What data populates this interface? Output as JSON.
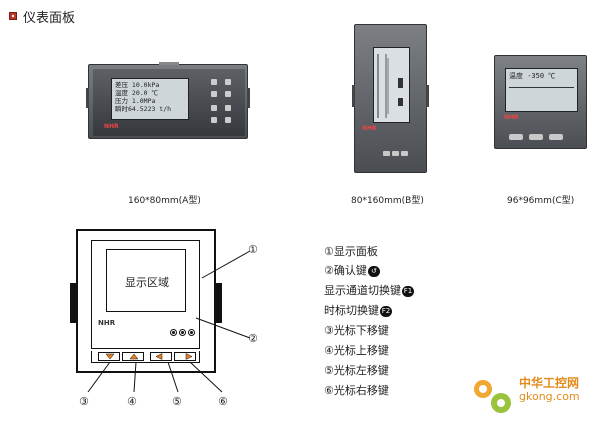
{
  "header": {
    "title": "仪表面板"
  },
  "devices": {
    "a": {
      "caption": "160*80mm(A型)",
      "logo": "NHR",
      "screen_lines": [
        "差压  10.0kPa",
        "温度  20.0 ℃",
        "压力   1.0MPa",
        "瞬时64.5223 t/h"
      ]
    },
    "b": {
      "caption": "80*160mm(B型)",
      "logo": "NHR"
    },
    "c": {
      "caption": "96*96mm(C型)",
      "logo": "NHR",
      "screen_line": "温度 -350 ℃"
    }
  },
  "diagram": {
    "display_label": "显示区域",
    "logo": "NHR",
    "callouts": [
      "①",
      "②",
      "③",
      "④",
      "⑤",
      "⑥"
    ]
  },
  "legend": [
    {
      "text": "①显示面板",
      "glyph": ""
    },
    {
      "text": "②确认键",
      "glyph": "↺"
    },
    {
      "text": "显示通道切换键",
      "glyph": "F1"
    },
    {
      "text": "时标切换键",
      "glyph": "F2"
    },
    {
      "text": "③光标下移键",
      "glyph": ""
    },
    {
      "text": "④光标上移键",
      "glyph": ""
    },
    {
      "text": "⑤光标左移键",
      "glyph": ""
    },
    {
      "text": "⑥光标右移键",
      "glyph": ""
    }
  ],
  "watermark": {
    "line1": "中华工控网",
    "line2": "gkong.com"
  },
  "colors": {
    "bullet": "#c0392b",
    "watermark": "#e38a1a",
    "logo": "#e44444"
  }
}
